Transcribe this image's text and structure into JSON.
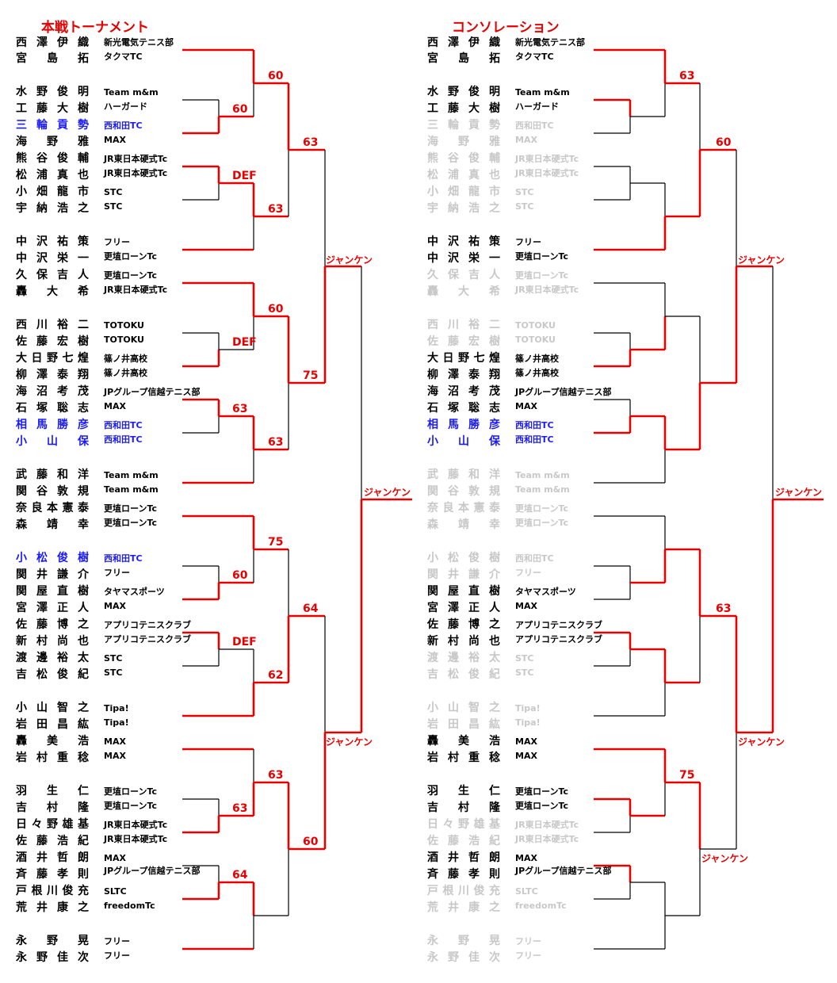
{
  "left_title": "本戦トーナメント",
  "right_title": "コンソレーション",
  "players": [
    {
      "name": "西澤伊織",
      "team": "新光電気テニス部"
    },
    {
      "name": "宮島拓",
      "team": "タクマTC"
    },
    {
      "name": "水野俊明",
      "team": "Team m&m"
    },
    {
      "name": "工藤大樹",
      "team": "ハーガード"
    },
    {
      "name": "三輪貢勢",
      "team": "西和田TC"
    },
    {
      "name": "海野雅",
      "team": "MAX"
    },
    {
      "name": "熊谷俊輔",
      "team": "JR東日本硬式Tc"
    },
    {
      "name": "松浦真也",
      "team": "JR東日本硬式Tc"
    },
    {
      "name": "小畑龍市",
      "team": "STC"
    },
    {
      "name": "宇納浩之",
      "team": "STC"
    },
    {
      "name": "中沢祐策",
      "team": "フリー"
    },
    {
      "name": "中沢栄一",
      "team": "更埴ローンTc"
    },
    {
      "name": "久保吉人",
      "team": "更埴ローンTc"
    },
    {
      "name": "轟大希",
      "team": "JR東日本硬式Tc"
    },
    {
      "name": "西川裕二",
      "team": "TOTOKU"
    },
    {
      "name": "佐藤宏樹",
      "team": "TOTOKU"
    },
    {
      "name": "大日野七煌",
      "team": "篠ノ井高校"
    },
    {
      "name": "柳澤泰翔",
      "team": "篠ノ井高校"
    },
    {
      "name": "海沼考茂",
      "team": "JPグループ信越テニス部"
    },
    {
      "name": "石塚聡志",
      "team": "MAX"
    },
    {
      "name": "相馬勝彦",
      "team": "西和田TC"
    },
    {
      "name": "小山保",
      "team": "西和田TC"
    },
    {
      "name": "武藤和洋",
      "team": "Team m&m"
    },
    {
      "name": "関谷敦規",
      "team": "Team m&m"
    },
    {
      "name": "奈良本憲泰",
      "team": "更埴ローンTc"
    },
    {
      "name": "森靖幸",
      "team": "更埴ローンTc"
    },
    {
      "name": "小松俊樹",
      "team": "西和田TC"
    },
    {
      "name": "関井謙介",
      "team": "フリー"
    },
    {
      "name": "関屋直樹",
      "team": "タヤマスポーツ"
    },
    {
      "name": "宮澤正人",
      "team": "MAX"
    },
    {
      "name": "佐藤博之",
      "team": "アプリコテニスクラブ"
    },
    {
      "name": "新村尚也",
      "team": "アプリコテニスクラブ"
    },
    {
      "name": "渡邊裕太",
      "team": "STC"
    },
    {
      "name": "吉松俊紀",
      "team": "STC"
    },
    {
      "name": "小山智之",
      "team": "Tipa!"
    },
    {
      "name": "岩田昌紘",
      "team": "Tipa!"
    },
    {
      "name": "轟美浩",
      "team": "MAX"
    },
    {
      "name": "岩村重稔",
      "team": "MAX"
    },
    {
      "name": "羽生仁",
      "team": "更埴ローンTc"
    },
    {
      "name": "吉村隆",
      "team": "更埴ローンTc"
    },
    {
      "name": "日々野雄基",
      "team": "JR東日本硬式Tc"
    },
    {
      "name": "佐藤浩紀",
      "team": "JR東日本硬式Tc"
    },
    {
      "name": "酒井哲朗",
      "team": "MAX"
    },
    {
      "name": "斉藤孝則",
      "team": "JPグループ信越テニス部"
    },
    {
      "name": "戸根川俊充",
      "team": "SLTC"
    },
    {
      "name": "荒井康之",
      "team": "freedomTc"
    },
    {
      "name": "永野晃",
      "team": "フリー"
    },
    {
      "name": "永野佳次",
      "team": "フリー"
    }
  ],
  "left_colors": [
    "k",
    "k",
    "k",
    "k",
    "b",
    "k",
    "k",
    "k",
    "k",
    "k",
    "k",
    "k",
    "k",
    "k",
    "k",
    "k",
    "k",
    "k",
    "k",
    "k",
    "b",
    "b",
    "k",
    "k",
    "k",
    "k",
    "b",
    "k",
    "k",
    "k",
    "k",
    "k",
    "k",
    "k",
    "k",
    "k",
    "k",
    "k",
    "k",
    "k",
    "k",
    "k",
    "k",
    "k",
    "k",
    "k",
    "k",
    "k"
  ],
  "right_colors": [
    "k",
    "k",
    "k",
    "k",
    "g",
    "g",
    "g",
    "g",
    "g",
    "g",
    "k",
    "k",
    "g",
    "g",
    "g",
    "g",
    "k",
    "k",
    "k",
    "k",
    "b",
    "b",
    "g",
    "g",
    "g",
    "g",
    "g",
    "g",
    "k",
    "k",
    "k",
    "k",
    "g",
    "g",
    "g",
    "g",
    "k",
    "k",
    "k",
    "k",
    "g",
    "g",
    "k",
    "k",
    "g",
    "g",
    "g",
    "g"
  ],
  "left_scores": {
    "s1": "60",
    "s2": "60",
    "s3": "63",
    "s4": "DEF",
    "s5": "63",
    "s6": "ジャンケン",
    "s7": "60",
    "s8": "DEF",
    "s9": "75",
    "s10": "63",
    "s11": "63",
    "s12": "ジャンケン",
    "s13": "75",
    "s14": "60",
    "s15": "64",
    "s16": "DEF",
    "s17": "62",
    "s18": "ジャンケン",
    "s19": "63",
    "s20": "63",
    "s21": "60",
    "s22": "64"
  },
  "right_scores": {
    "s1": "63",
    "s2": "60",
    "s3": "ジャンケン",
    "s4": "ジャンケン",
    "s5": "63",
    "s6": "ジャンケン",
    "s7": "75",
    "s8": "ジャンケン"
  }
}
